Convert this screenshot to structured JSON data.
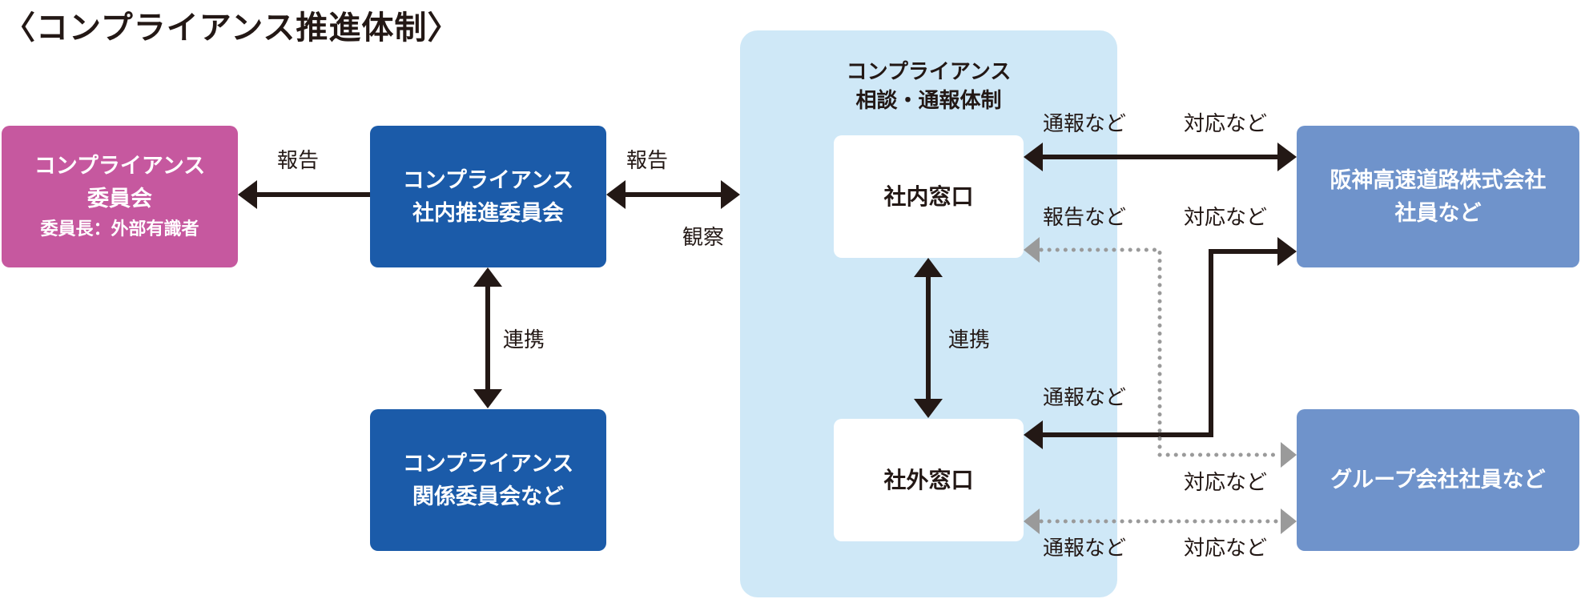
{
  "title": "〈コンプライアンス推進体制〉",
  "consult_system": {
    "title_lines": [
      "コンプライアンス",
      "相談・通報体制"
    ]
  },
  "boxes": {
    "committee": {
      "lines": [
        "コンプライアンス",
        "委員会"
      ],
      "sub": "委員長：外部有識者"
    },
    "internal_committee": {
      "lines": [
        "コンプライアンス",
        "社内推進委員会"
      ]
    },
    "related_committees": {
      "lines": [
        "コンプライアンス",
        "関係委員会など"
      ]
    },
    "internal_desk": {
      "lines": [
        "社内窓口"
      ]
    },
    "external_desk": {
      "lines": [
        "社外窓口"
      ]
    },
    "employees": {
      "lines": [
        "阪神高速道路株式会社",
        "社員など"
      ]
    },
    "group_employees": {
      "lines": [
        "グループ会社社員など"
      ]
    }
  },
  "labels": {
    "report_to_committee": "報告",
    "report_to_desk": "報告",
    "observe": "観察",
    "coop_committees": "連携",
    "coop_desks": "連携",
    "whistle_internal": "通報など",
    "response_internal": "対応など",
    "report_etc": "報告など",
    "response_group_top": "対応など",
    "whistle_external": "通報など",
    "response_group": "対応など",
    "whistle_external_group": "通報など",
    "response_external_group": "対応など"
  },
  "colors": {
    "committee": "#c6589f",
    "navy": "#1b5ba9",
    "slate": "#6f93cb",
    "panel": "#cfe8f7",
    "arrow": "#231815",
    "dotted": "#9a9a9a"
  }
}
